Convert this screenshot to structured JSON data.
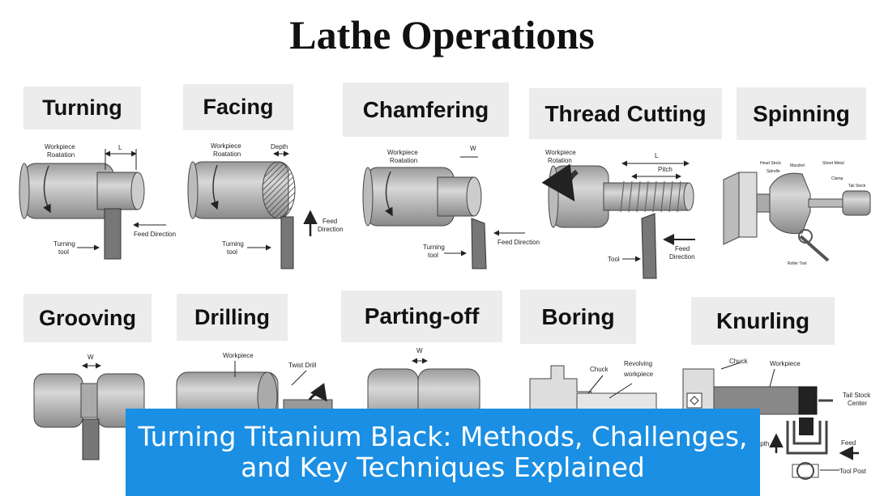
{
  "title": "Lathe Operations",
  "operations": [
    {
      "name": "Turning"
    },
    {
      "name": "Facing"
    },
    {
      "name": "Chamfering"
    },
    {
      "name": "Thread Cutting"
    },
    {
      "name": "Spinning"
    },
    {
      "name": "Grooving"
    },
    {
      "name": "Drilling"
    },
    {
      "name": "Parting-off"
    },
    {
      "name": "Boring"
    },
    {
      "name": "Knurling"
    }
  ],
  "annotations": {
    "turning": {
      "rotation": "Workpiece Roatation",
      "length": "L",
      "tool": "Turning tool",
      "feed": "Feed Direction"
    },
    "facing": {
      "rotation": "Workpiece Roatation",
      "depth": "Depth",
      "tool": "Turning tool",
      "feed": "Feed Direction"
    },
    "chamfering": {
      "rotation": "Workpiece Roatation",
      "width": "W",
      "tool": "Turning tool",
      "feed": "Feed Direction"
    },
    "thread": {
      "rotation": "Workpiece Rotation",
      "length": "L",
      "pitch": "Pitch",
      "tool": "Tool",
      "feed": "Feed Direction"
    },
    "spinning": {
      "head_stock": "Head Stock",
      "spindle": "Spindle",
      "mandrel": "Mandrel",
      "sheet_metal": "Sheet Metal",
      "clamp": "Clamp",
      "tail_stock": "Tail Stock",
      "roller_tool": "Roller Tool"
    },
    "grooving": {
      "width": "W"
    },
    "drilling": {
      "workpiece": "Workpiece",
      "twist_drill": "Twist Drill"
    },
    "parting": {
      "width": "W"
    },
    "boring": {
      "chuck": "Chuck",
      "revolving": "Revolving workpiece"
    },
    "knurling": {
      "chuck": "Chuck",
      "workpiece": "Workpiece",
      "tail_stock": "Tail Stock Center",
      "depth": "Depth",
      "feed": "Feed",
      "tool_post": "Tool Post"
    }
  },
  "banner": {
    "line1": "Turning Titanium Black: Methods, Challenges,",
    "line2": "and Key Techniques Explained"
  },
  "colors": {
    "banner": "#1a8fe3",
    "label_bg": "#ececec",
    "metal": "#c8c8c8"
  }
}
